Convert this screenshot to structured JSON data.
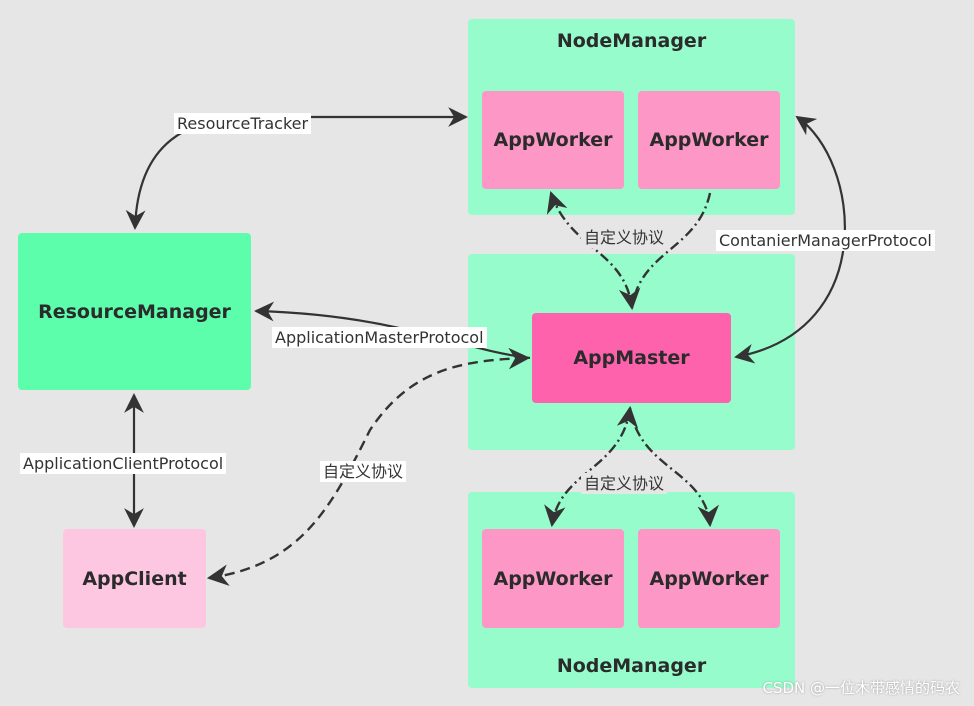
{
  "top_node_manager": {
    "title": "NodeManager",
    "workers": [
      "AppWorker",
      "AppWorker"
    ]
  },
  "master_node": {
    "app_master": "AppMaster"
  },
  "bottom_node_manager": {
    "title": "NodeManager",
    "workers": [
      "AppWorker",
      "AppWorker"
    ]
  },
  "resource_manager": "ResourceManager",
  "app_client": "AppClient",
  "edge_labels": {
    "resource_tracker": "ResourceTracker",
    "container_manager_protocol": "ContanierManagerProtocol",
    "application_master_protocol": "ApplicationMasterProtocol",
    "application_client_protocol": "ApplicationClientProtocol",
    "custom_protocol_client": "自定义协议",
    "custom_protocol_top": "自定义协议",
    "custom_protocol_bottom": "自定义协议"
  },
  "watermark": "CSDN @一位木带感情的码农"
}
